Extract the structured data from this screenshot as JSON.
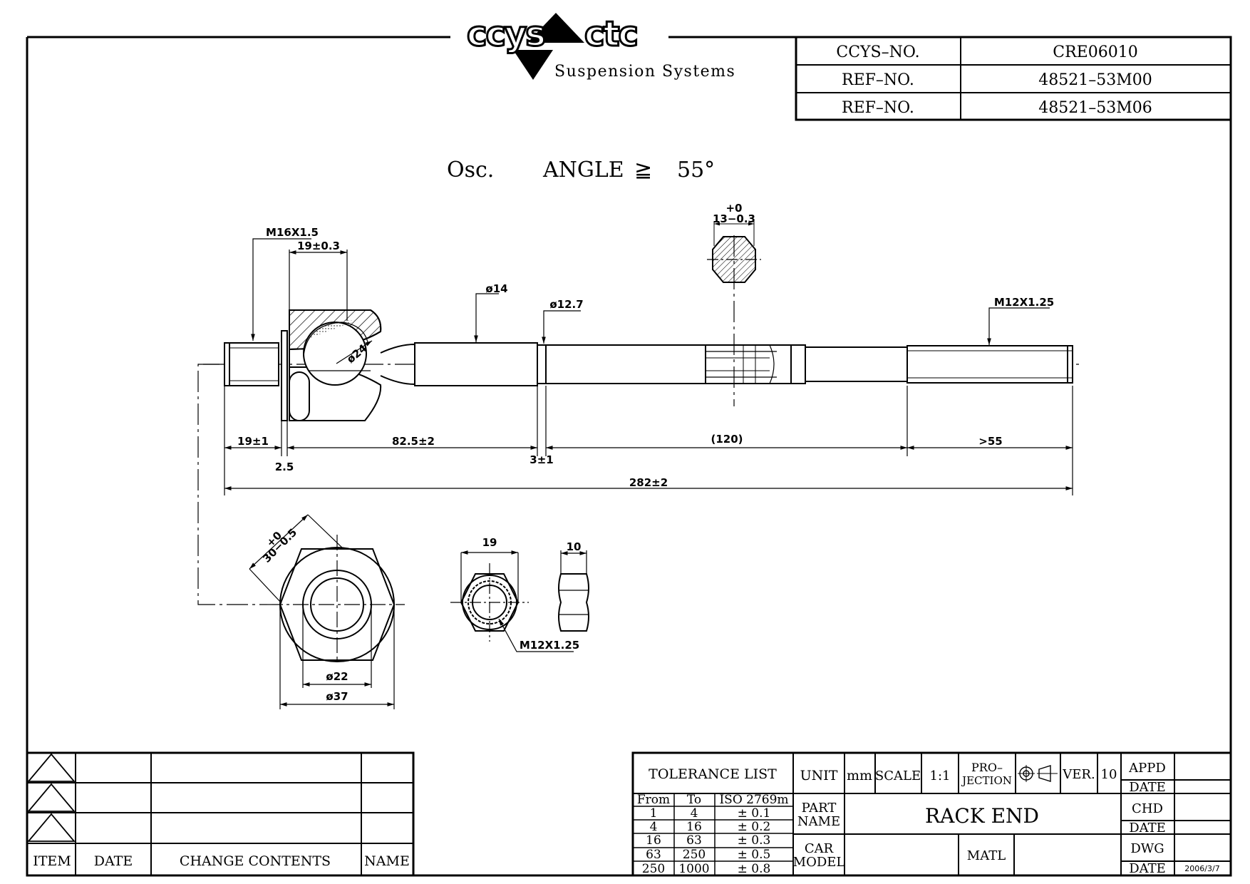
{
  "logo": {
    "brand": "CCYS CTC",
    "subtitle": "Suspension Systems"
  },
  "header_table": [
    {
      "label": "CCYS–NO.",
      "value": "CRE06010"
    },
    {
      "label": "REF–NO.",
      "value": "48521–53M00"
    },
    {
      "label": "REF–NO.",
      "value": "48521–53M06"
    }
  ],
  "osc_angle": {
    "prefix": "Osc.",
    "text": "ANGLE",
    "symbol": "≧",
    "value": "55°"
  },
  "dimensions": {
    "thread_left": "M16X1.5",
    "ball_width": "19±0.3",
    "ball_dia": "ø24",
    "shaft_dia_14": "ø14",
    "shaft_dia_127": "ø12.7",
    "thread_right": "M12X1.25",
    "hex_tol_top": "+0",
    "hex_size": "13−0.3",
    "len_19": "19±1",
    "len_825": "82.5±2",
    "len_120": "(120)",
    "len_55": ">55",
    "len_25": "2.5",
    "len_3": "3±1",
    "len_total": "282±2",
    "flange_tol": "+0",
    "flange_size": "30−0.5",
    "bore_dia": "ø22",
    "flange_dia": "ø37",
    "nut_width": "19",
    "nut_thick": "10",
    "nut_thread": "M12X1.25"
  },
  "revision_table": {
    "headers": [
      "ITEM",
      "DATE",
      "CHANGE CONTENTS",
      "NAME"
    ]
  },
  "title_block": {
    "tolerance_title": "TOLERANCE LIST",
    "tol_headers": [
      "From",
      "To",
      "ISO 2769m"
    ],
    "tol_rows": [
      [
        "1",
        "4",
        "± 0.1"
      ],
      [
        "4",
        "16",
        "± 0.2"
      ],
      [
        "16",
        "63",
        "± 0.3"
      ],
      [
        "63",
        "250",
        "± 0.5"
      ],
      [
        "250",
        "1000",
        "± 0.8"
      ]
    ],
    "unit_label": "UNIT",
    "unit_value": "mm",
    "scale_label": "SCALE",
    "scale_value": "1:1",
    "projection_label_1": "PRO–",
    "projection_label_2": "JECTION",
    "ver_label": "VER.",
    "ver_value": "10",
    "part_name_label_1": "PART",
    "part_name_label_2": "NAME",
    "part_name": "RACK  END",
    "car_model_label_1": "CAR",
    "car_model_label_2": "MODEL",
    "matl_label": "MATL",
    "appd_label": "APPD",
    "chd_label": "CHD",
    "dwg_label": "DWG",
    "date_label": "DATE",
    "dwg_date": "2006/3/7"
  }
}
